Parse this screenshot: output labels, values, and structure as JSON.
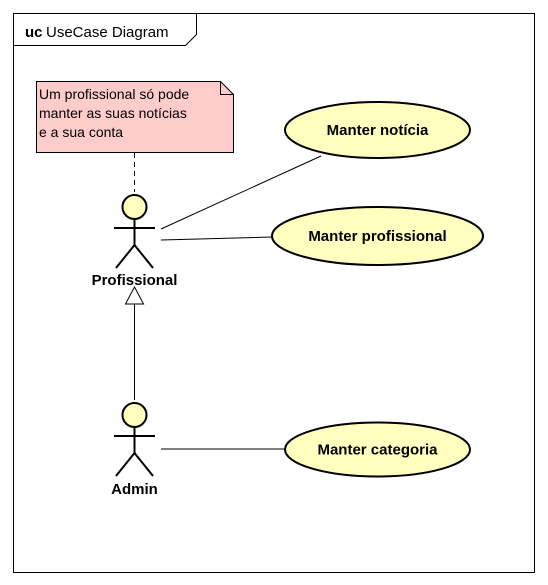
{
  "frame": {
    "keyword": "uc",
    "title": "UseCase Diagram"
  },
  "note": {
    "lines": [
      "Um profissional só pode",
      "manter as suas notícias",
      "e a sua conta"
    ],
    "fill": "#ffcccc"
  },
  "actors": {
    "profissional": "Profissional",
    "admin": "Admin"
  },
  "use_cases": {
    "manter_noticia": "Manter notícia",
    "manter_profissional": "Manter profissional",
    "manter_categoria": "Manter categoria"
  },
  "colors": {
    "usecase_fill": "#ffffc0",
    "actor_fill": "#ffffc0",
    "stroke": "#000000"
  }
}
